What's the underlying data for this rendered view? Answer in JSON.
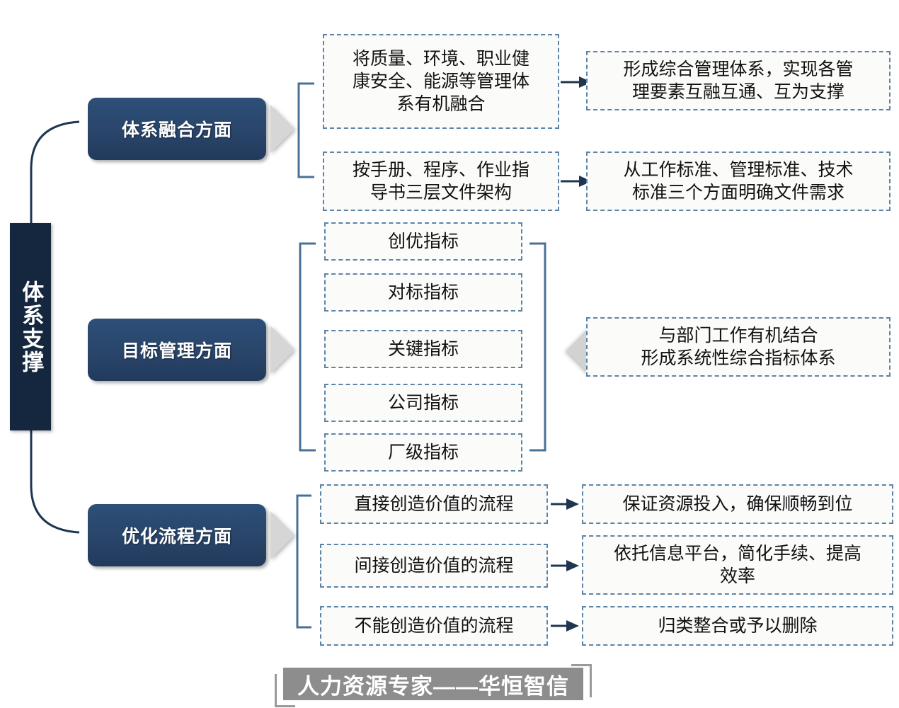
{
  "diagram": {
    "title_bar": "体系支撑",
    "branches": [
      {
        "id": "branch-system-integration",
        "label": "体系融合方面",
        "rows": [
          {
            "detail": "将质量、环境、职业健\n康安全、能源等管理体\n系有机融合",
            "outcome": "形成综合管理体系，实现各管\n理要素互融互通、互为支撑"
          },
          {
            "detail": "按手册、程序、作业指\n导书三层文件架构",
            "outcome": "从工作标准、管理标准、技术\n标准三个方面明确文件需求"
          }
        ]
      },
      {
        "id": "branch-goal-management",
        "label": "目标管理方面",
        "indicators": [
          "创优指标",
          "对标指标",
          "关键指标",
          "公司指标",
          "厂级指标"
        ],
        "outcome": "与部门工作有机结合\n形成系统性综合指标体系"
      },
      {
        "id": "branch-process-optimization",
        "label": "优化流程方面",
        "rows": [
          {
            "detail": "直接创造价值的流程",
            "outcome": "保证资源投入，确保顺畅到位"
          },
          {
            "detail": "间接创造价值的流程",
            "outcome": "依托信息平台，简化手续、提高\n效率"
          },
          {
            "detail": "不能创造价值的流程",
            "outcome": "归类整合或予以删除"
          }
        ]
      }
    ]
  },
  "footer": {
    "text": "人力资源专家——华恒智信"
  },
  "colors": {
    "spine_bg": "#15273f",
    "pill_bg": "#29456a",
    "dashed_border": "#5d84a6",
    "box_bg": "#fbfcfa",
    "arrow": "#1f3550",
    "bracket": "#4a7095",
    "triangle": "#d6d6d6",
    "footer_bg": "#8d8d8d",
    "footer_bracket": "#9a9a9a"
  }
}
